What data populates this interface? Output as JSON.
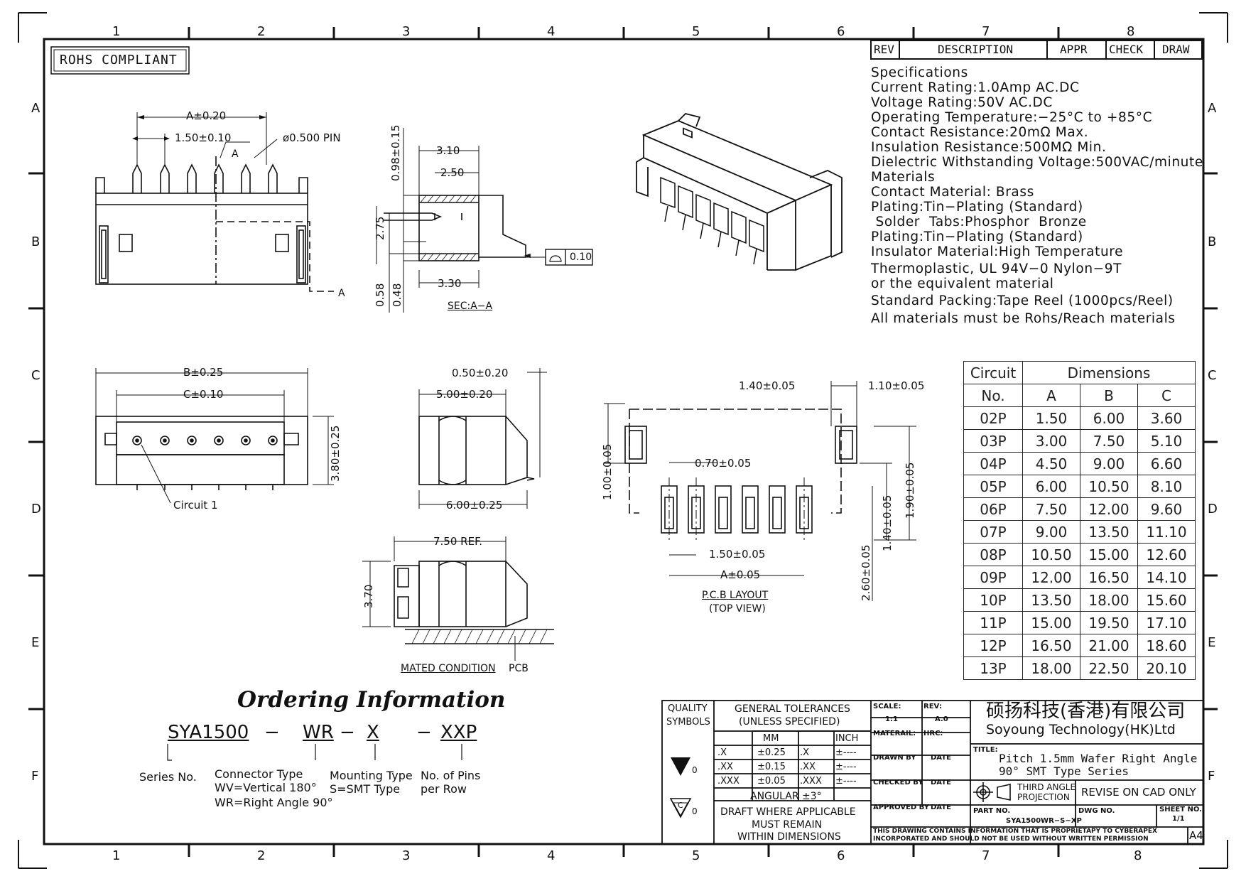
{
  "sheet": {
    "top_zones": [
      "1",
      "2",
      "3",
      "4",
      "5",
      "6",
      "7",
      "8"
    ],
    "side_zones": [
      "A",
      "B",
      "C",
      "D",
      "E",
      "F"
    ]
  },
  "rohs": "ROHS COMPLIANT",
  "revision_table": {
    "rev": "REV",
    "description": "DESCRIPTION",
    "appr": "APPR",
    "check": "CHECK",
    "draw": "DRAW"
  },
  "specifications": [
    "Specifications",
    "Current  Rating:1.0Amp  AC.DC",
    "Voltage  Rating:50V  AC.DC",
    "Operating  Temperature:−25°C  to  +85°C",
    "Contact  Resistance:20mΩ  Max.",
    "Insulation  Resistance:500MΩ  Min.",
    "Dielectric  Withstanding  Voltage:500VAC/minute",
    "Materials",
    "Contact  Material:  Brass",
    "Plating:Tin−Plating  (Standard)",
    " Solder  Tabs:Phosphor  Bronze",
    "Plating:Tin−Plating  (Standard)",
    "Insulator  Material:High  Temperature",
    "Thermoplastic,  UL  94V−0  Nylon−9T",
    "or  the  equivalent  material",
    "Standard  Packing:Tape  Reel  (1000pcs/Reel)",
    "All  materials  must  be  Rohs/Reach  materials"
  ],
  "dims_top": {
    "a": "A±0.20",
    "pitch": "1.50±0.10",
    "pin": "ø0.500  PIN",
    "sec_a1": "A",
    "sec_a2": "A"
  },
  "section": {
    "d310": "3.10",
    "d250": "2.50",
    "d098": "0.98±0.15",
    "d275": "2.75",
    "d058": "0.58",
    "d048": "0.48",
    "d330": "3.30",
    "flatness": "0.10",
    "label": "SEC:A−A"
  },
  "front": {
    "b": "B±0.25",
    "c": "C±0.10",
    "h": "3.80±0.25",
    "circuit": "Circuit  1"
  },
  "side": {
    "d050": "0.50±0.20",
    "d500": "5.00±0.20",
    "d600": "6.00±0.25"
  },
  "mated": {
    "ref": "7.50  REF.",
    "h": "3.70",
    "label": "MATED  CONDITION",
    "pcb": "PCB"
  },
  "pcb_layout": {
    "d140": "1.40±0.05",
    "d110": "1.10±0.05",
    "d100": "1.00±0.05",
    "d070": "0.70±0.05",
    "d190": "1.90±0.05",
    "d140v": "1.40±0.05",
    "d260": "2.60±0.05",
    "d150": "1.50±0.05",
    "a": "A±0.05",
    "label": "P.C.B  LAYOUT",
    "sub": "(TOP  VIEW)"
  },
  "dimension_table": {
    "h_circuit": "Circuit",
    "h_no": "No.",
    "h_dims": "Dimensions",
    "cols": [
      "A",
      "B",
      "C"
    ],
    "rows": [
      [
        "02P",
        "1.50",
        "6.00",
        "3.60"
      ],
      [
        "03P",
        "3.00",
        "7.50",
        "5.10"
      ],
      [
        "04P",
        "4.50",
        "9.00",
        "6.60"
      ],
      [
        "05P",
        "6.00",
        "10.50",
        "8.10"
      ],
      [
        "06P",
        "7.50",
        "12.00",
        "9.60"
      ],
      [
        "07P",
        "9.00",
        "13.50",
        "11.10"
      ],
      [
        "08P",
        "10.50",
        "15.00",
        "12.60"
      ],
      [
        "09P",
        "12.00",
        "16.50",
        "14.10"
      ],
      [
        "10P",
        "13.50",
        "18.00",
        "15.60"
      ],
      [
        "11P",
        "15.00",
        "19.50",
        "17.10"
      ],
      [
        "12P",
        "16.50",
        "21.00",
        "18.60"
      ],
      [
        "13P",
        "18.00",
        "22.50",
        "20.10"
      ]
    ]
  },
  "ordering": {
    "title": "Ordering Information",
    "p1": "SYA1500",
    "dash1": "−",
    "p2": "WR",
    "dash2": "−",
    "p3": "X",
    "dash3": "−",
    "p4": "XXP",
    "l_series": "Series  No.",
    "l_conn1": "Connector  Type",
    "l_conn2": "WV=Vertical  180°",
    "l_conn3": "WR=Right  Angle  90°",
    "l_mount1": "Mounting  Type",
    "l_mount2": "S=SMT  Type",
    "l_pins1": "No.  of  Pins",
    "l_pins2": "per  Row"
  },
  "title_block": {
    "quality": "QUALITY",
    "symbols": "SYMBOLS",
    "sym0a": "0",
    "sym0b": "0",
    "sym_c": "C",
    "gen_tol": "GENERAL  TOLERANCES",
    "unless": "(UNLESS  SPECIFIED)",
    "mm": "MM",
    "inch": "INCH",
    "tol_rows": [
      [
        ".X",
        "±0.25",
        ".X",
        "±----"
      ],
      [
        ".XX",
        "±0.15",
        ".XX",
        "±----"
      ],
      [
        ".XXX",
        "±0.05",
        ".XXX",
        "±----"
      ]
    ],
    "angular": "ANGULAR  ±3°",
    "draft1": "DRAFT  WHERE  APPLICABLE",
    "draft2": "MUST  REMAIN",
    "draft3": "WITHIN  DIMENSIONS",
    "scale_l": "SCALE:",
    "scale_v": "1:1",
    "rev_l": "REV:",
    "rev_v": "A.0",
    "material": "MATERAIL:",
    "hrc": "HRC:",
    "drawn_by": "DRAWN  BY",
    "checked_by": "CHECKED  BY",
    "approved_by": "APPROVED  BY",
    "date": "DATE",
    "company_cn": "硕扬科技(香港)有限公司",
    "company_en": "Soyoung  Technology(HK)Ltd",
    "title_l": "TITLE:",
    "title1": "Pitch  1.5mm  Wafer  Right  Angle",
    "title2": "90°  SMT  Type  Series",
    "third1": "THIRD  ANGLE",
    "third2": "PROJECTION",
    "revise": "REVISE  ON  CAD  ONLY",
    "part_l": "PART  NO.",
    "part_v": "SYA1500WR−S−XP",
    "dwg_l": "DWG  NO.",
    "sheet_l": "SHEET  NO.",
    "sheet_v": "1/1",
    "notice1": "THIS  DRAWING  CONTAINS  INFORMATION  THAT  IS  PROPRIETAPY  TO  CYBERAPEX",
    "notice2": "INCORPORATED  AND  SHOULD  NOT  BE  USED  WITHOUT  WRITTEN  PERMISSION",
    "size": "A4"
  }
}
